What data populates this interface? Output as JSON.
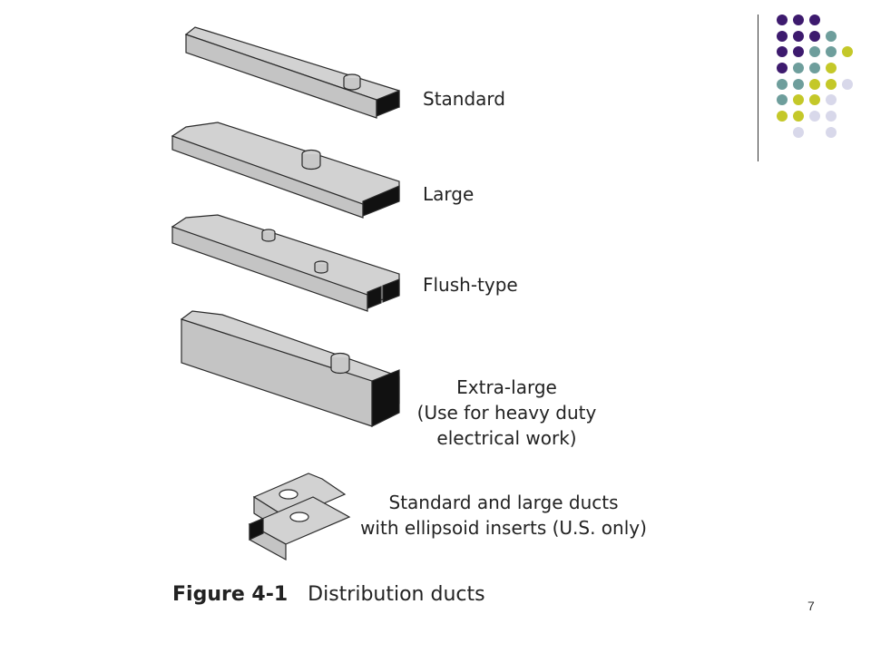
{
  "labels": {
    "standard": "Standard",
    "large": "Large",
    "flush": "Flush-type",
    "extra_large": [
      "Extra-large",
      "(Use for heavy duty",
      "electrical work)"
    ],
    "inserts": [
      "Standard and large ducts",
      "with ellipsoid inserts (U.S. only)"
    ]
  },
  "caption": {
    "number": "Figure 4-1",
    "text": "Distribution ducts"
  },
  "page_number": "7",
  "decor_colors": [
    "#3d1a6e",
    "#6e9e9c",
    "#c4c829",
    "#d8d8ea"
  ],
  "duct_colors": {
    "fill": "#d2d2d2",
    "side": "#bdbdbd",
    "outline": "#2a2a2a",
    "opening": "#111111"
  }
}
